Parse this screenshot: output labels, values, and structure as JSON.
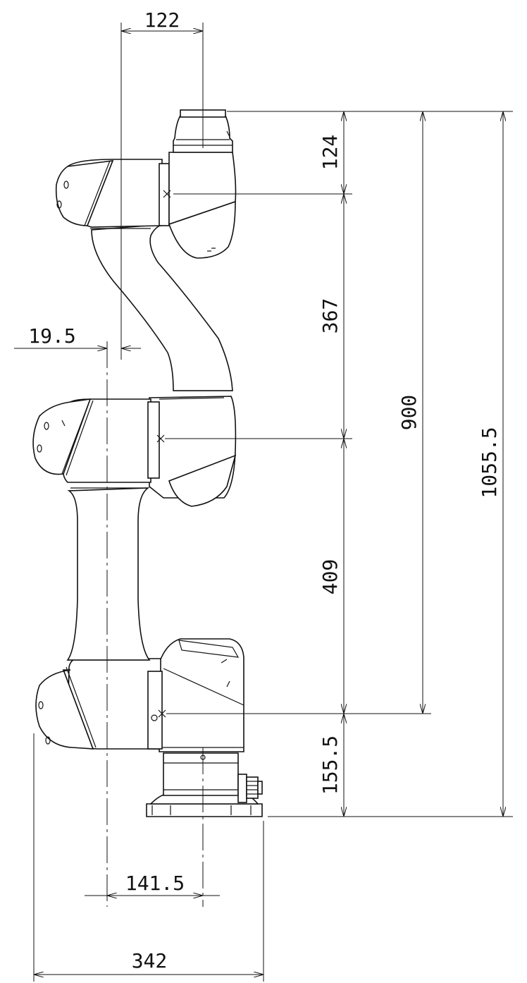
{
  "dimensions": {
    "top_offset": "122",
    "joint_offset": "19.5",
    "wrist_height": "124",
    "forearm_length": "367",
    "upper_arm_length": "409",
    "base_height": "155.5",
    "reach_height": "900",
    "total_height": "1055.5",
    "base_center_offset": "141.5",
    "total_width": "342"
  }
}
